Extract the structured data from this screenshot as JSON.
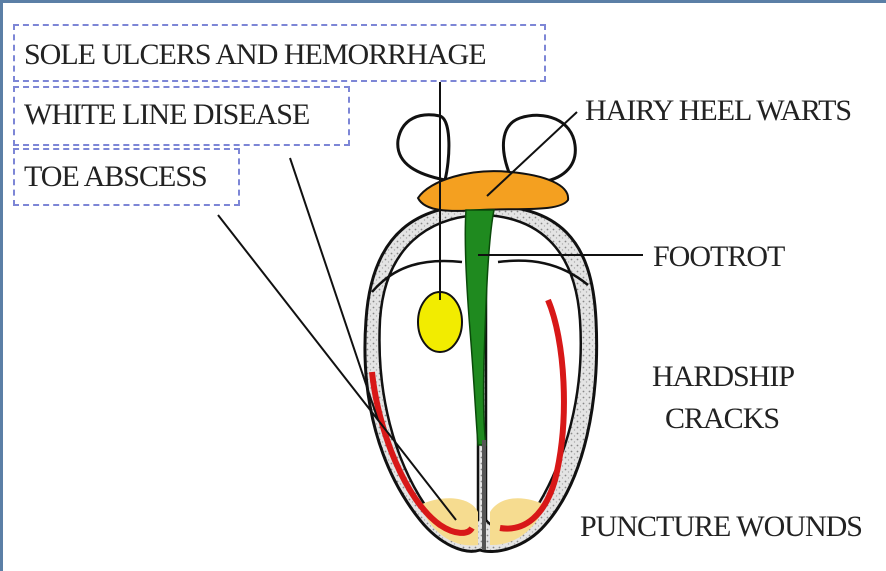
{
  "labels": {
    "sole_ulcers": "SOLE ULCERS AND HEMORRHAGE",
    "white_line": "WHITE LINE DISEASE",
    "toe_abscess": "TOE ABSCESS",
    "hairy_heel_warts": "HAIRY HEEL WARTS",
    "footrot": "FOOTROT",
    "hardship_line1": "HARDSHIP",
    "hardship_line2": "CRACKS",
    "puncture_wounds": "PUNCTURE WOUNDS"
  },
  "colors": {
    "heel_orange": "#f4a020",
    "footrot_green": "#1f8a1f",
    "ulcer_yellow": "#f2ec00",
    "white_line_red": "#d81818",
    "puncture_tan": "#f6dc90",
    "box_dash": "#7d86d6"
  }
}
